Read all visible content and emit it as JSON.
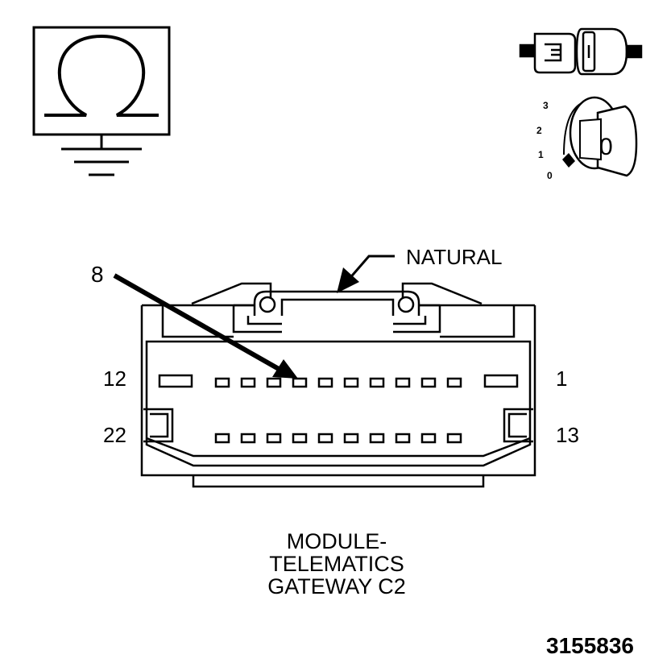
{
  "connector": {
    "color_label": "NATURAL",
    "pointer_pin": "8",
    "pin_left_top": "12",
    "pin_right_top": "1",
    "pin_left_bottom": "22",
    "pin_right_bottom": "13"
  },
  "ignition_icon": {
    "positions": [
      "3",
      "2",
      "1",
      "0"
    ],
    "key_label": "0"
  },
  "caption": {
    "line1": "MODULE-",
    "line2": "TELEMATICS",
    "line3": "GATEWAY C2"
  },
  "figure_number": "3155836",
  "icons": {
    "ground_symbol": "omega-ground-icon",
    "connector_symbol": "connector-plug-icon",
    "ignition_symbol": "ignition-key-icon"
  }
}
